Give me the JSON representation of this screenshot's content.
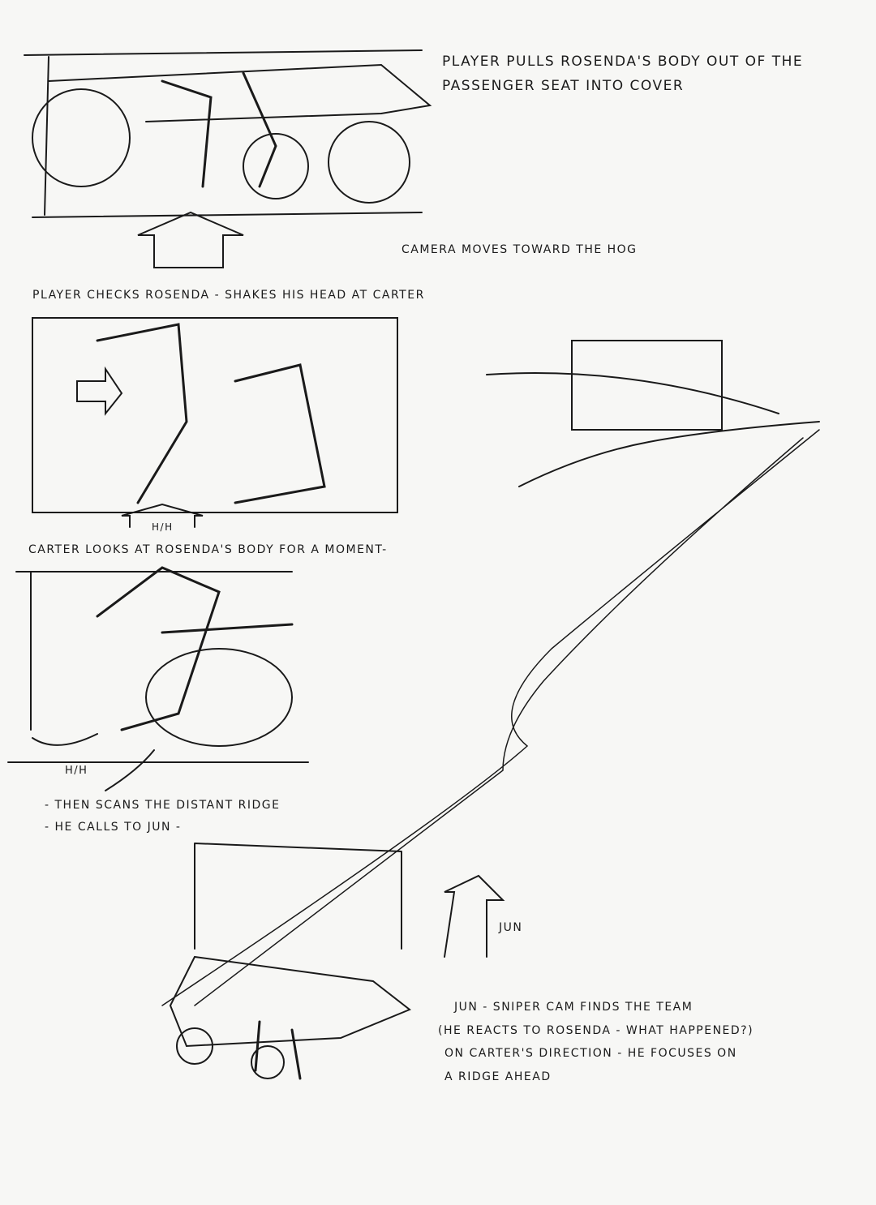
{
  "captions": {
    "panel1": [
      "Player pulls Rosenda's body out of the",
      "passenger seat into cover"
    ],
    "camera_move": "Camera moves toward the hog",
    "panel2_title": "Player checks Rosenda - shakes his head at Carter",
    "hh1": "H/H",
    "panel3_title": "Carter looks at Rosenda's body for a moment-",
    "hh2": "H/H",
    "panel3_notes": [
      "- Then scans the distant ridge",
      "- He calls to Jun -"
    ],
    "jun_label": "Jun",
    "panel5": [
      "Jun - Sniper cam finds the team",
      "(He reacts to Rosenda - what happened?)",
      "On Carter's direction - he focuses on",
      "a ridge ahead"
    ]
  },
  "colors": {
    "paper": "#f7f7f5",
    "ink": "#1a1a1a"
  }
}
